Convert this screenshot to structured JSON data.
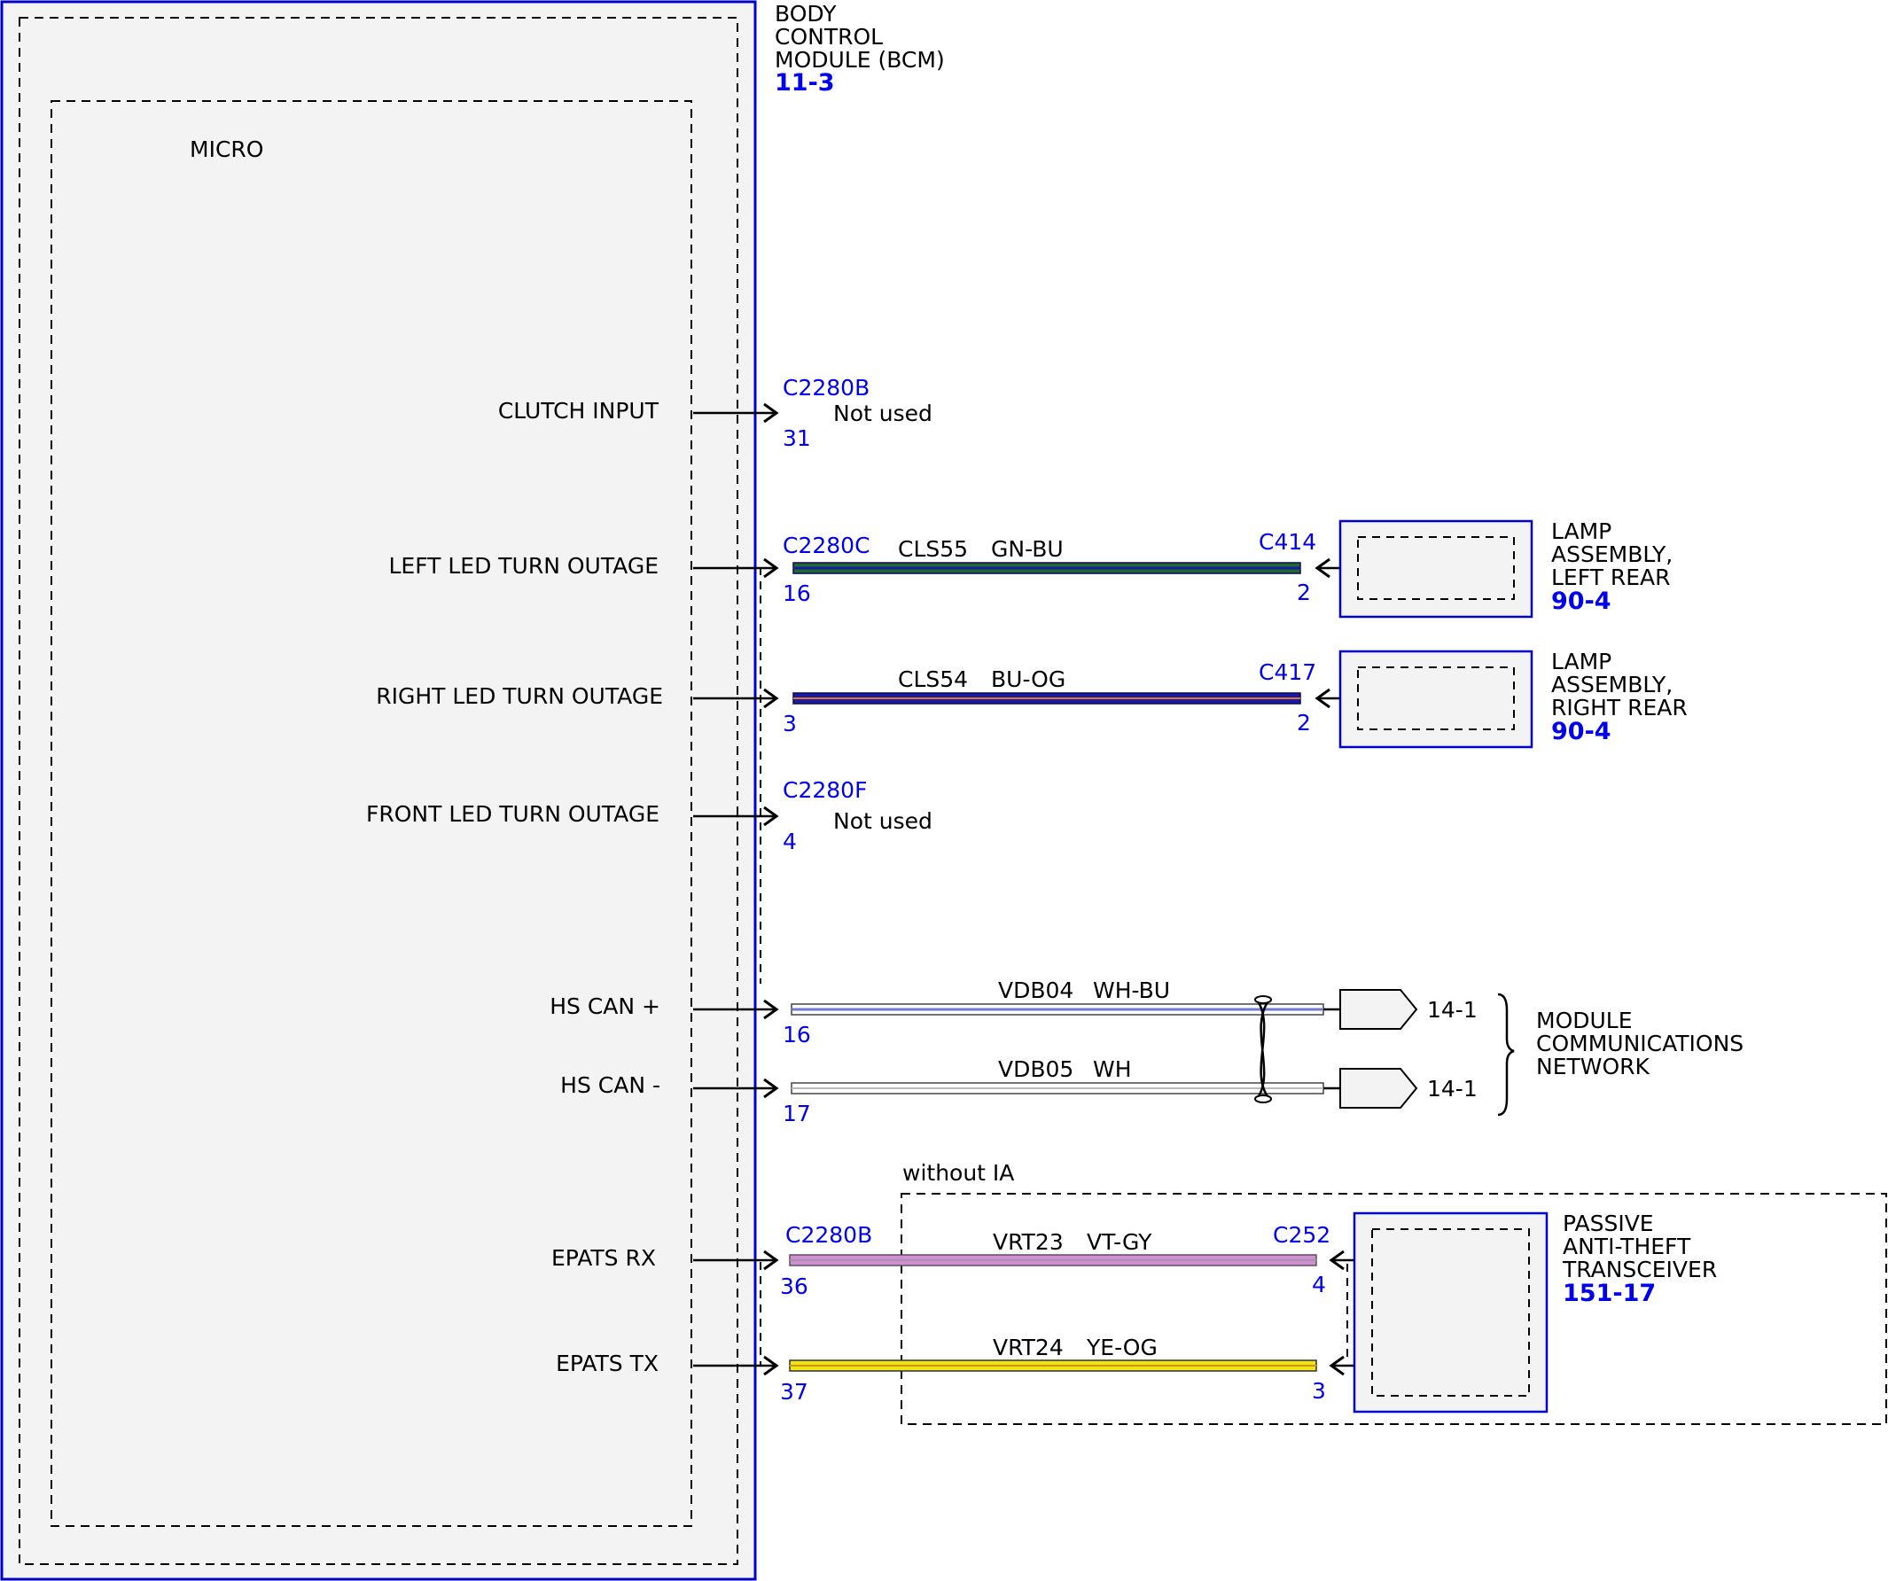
{
  "bcm": {
    "name_lines": [
      "BODY",
      "CONTROL",
      "MODULE (BCM)"
    ],
    "ref": "11-3",
    "inner_label": "MICRO"
  },
  "signals": {
    "clutch": {
      "label": "CLUTCH INPUT",
      "connector": "C2280B",
      "pin": "31",
      "note": "Not used"
    },
    "left_led": {
      "label": "LEFT LED TURN OUTAGE",
      "connector": "C2280C",
      "pin": "16",
      "circuit": "CLS55",
      "color": "GN-BU",
      "far_connector": "C414",
      "far_pin": "2"
    },
    "right_led": {
      "label": "RIGHT LED TURN OUTAGE",
      "pin": "3",
      "circuit": "CLS54",
      "color": "BU-OG",
      "far_connector": "C417",
      "far_pin": "2"
    },
    "front_led": {
      "label": "FRONT LED TURN OUTAGE",
      "connector": "C2280F",
      "pin": "4",
      "note": "Not used"
    },
    "hs_can_plus": {
      "label": "HS CAN +",
      "pin": "16",
      "circuit": "VDB04",
      "color": "WH-BU",
      "dest": "14-1"
    },
    "hs_can_minus": {
      "label": "HS CAN -",
      "pin": "17",
      "circuit": "VDB05",
      "color": "WH",
      "dest": "14-1"
    },
    "epats_rx": {
      "label": "EPATS RX",
      "connector": "C2280B",
      "pin": "36",
      "circuit": "VRT23",
      "color": "VT-GY",
      "far_connector": "C252",
      "far_pin": "4"
    },
    "epats_tx": {
      "label": "EPATS TX",
      "pin": "37",
      "circuit": "VRT24",
      "color": "YE-OG",
      "far_pin": "3"
    }
  },
  "components": {
    "lamp_left": {
      "lines": [
        "LAMP",
        "ASSEMBLY,",
        "LEFT REAR"
      ],
      "ref": "90-4"
    },
    "lamp_right": {
      "lines": [
        "LAMP",
        "ASSEMBLY,",
        "RIGHT REAR"
      ],
      "ref": "90-4"
    },
    "network": {
      "lines": [
        "MODULE",
        "COMMUNICATIONS",
        "NETWORK"
      ]
    },
    "pats": {
      "lines": [
        "PASSIVE",
        "ANTI-THEFT",
        "TRANSCEIVER"
      ],
      "ref": "151-17"
    },
    "option_label": "without IA"
  },
  "wire_colors": {
    "gn_bu": "#1f6b2e",
    "bu_og": "#1a1aa8",
    "wh_bu": "#6b7bd8",
    "vt_gy": "#d48ad8",
    "ye_og": "#f2e21a",
    "module_blue": "#0000cc"
  }
}
